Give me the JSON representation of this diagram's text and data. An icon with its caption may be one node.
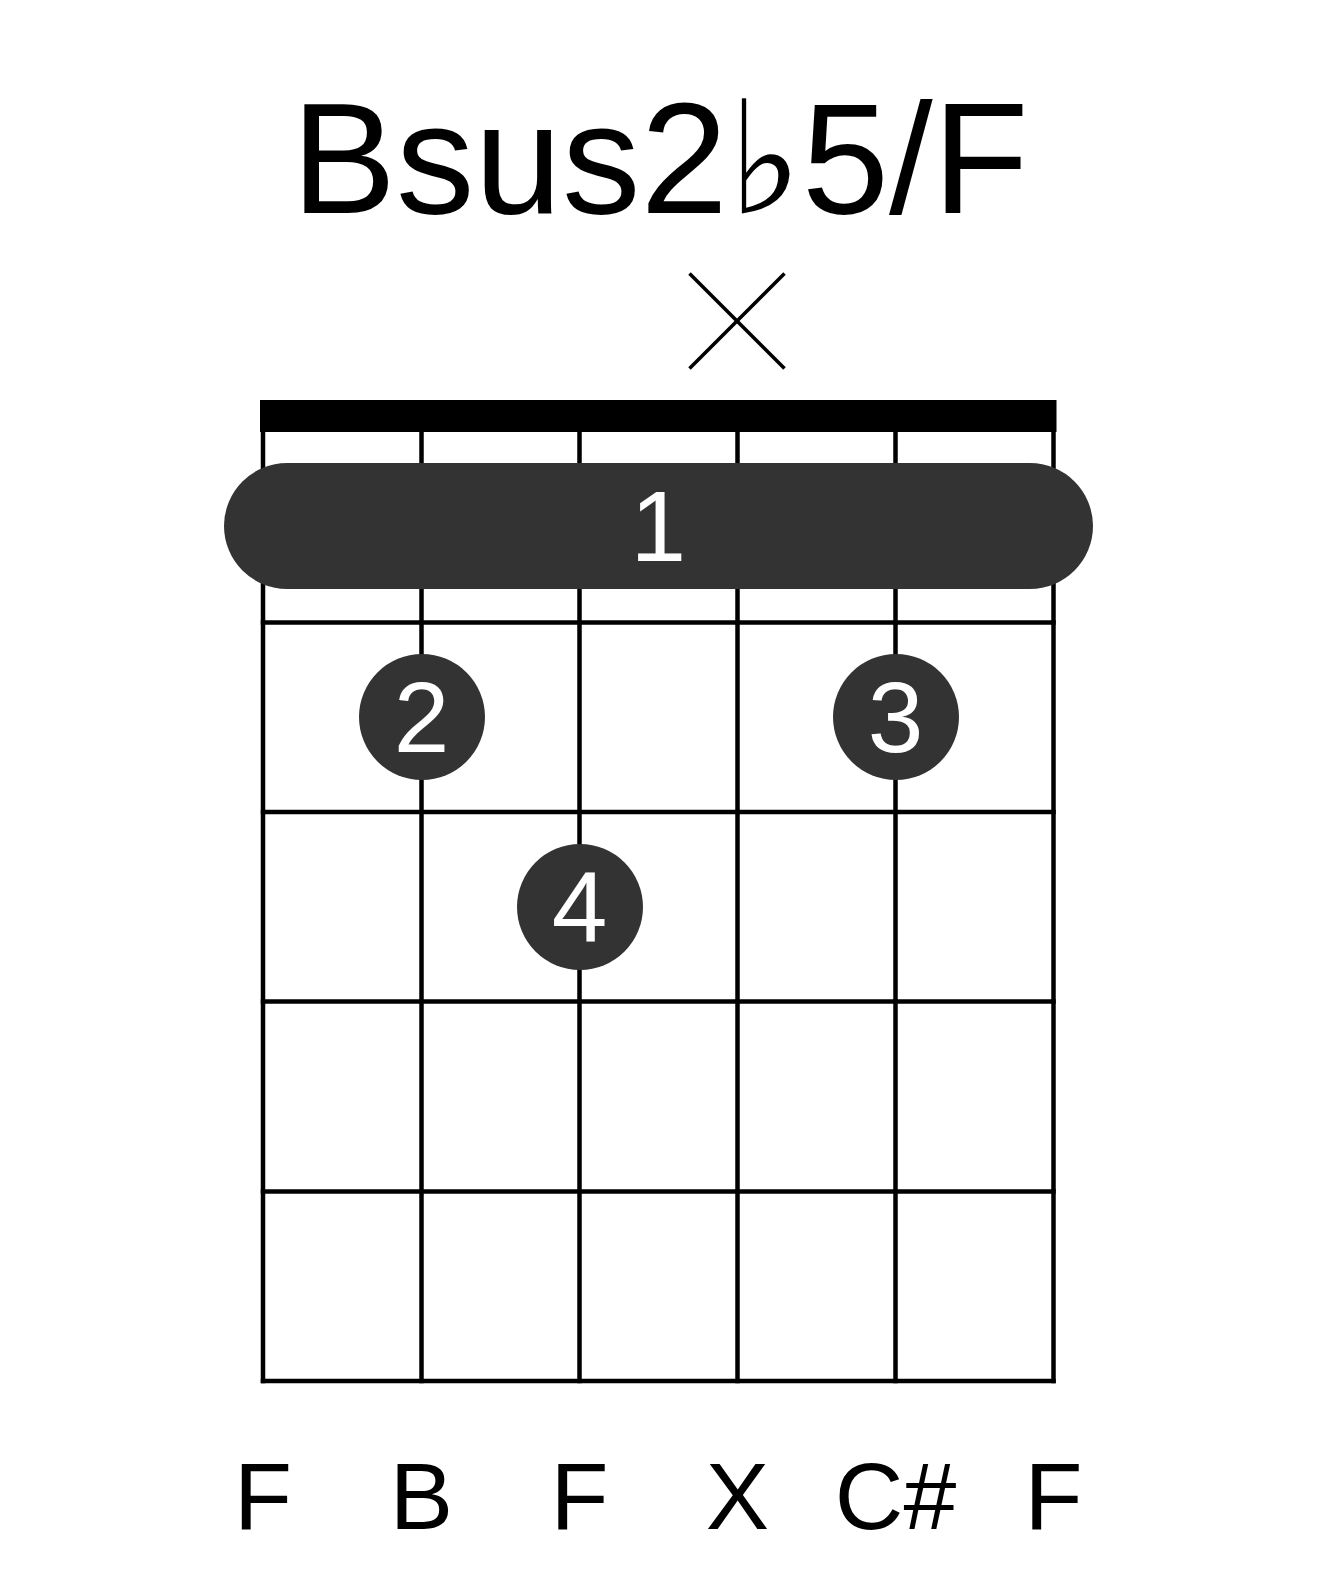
{
  "diagram": {
    "title": "Bsus2♭5/F",
    "nodes": [
      {
        "text": [
          "1"
        ]
      },
      {
        "text": [
          "2"
        ]
      },
      {
        "text": [
          "3"
        ]
      },
      {
        "text": [
          "4"
        ]
      }
    ],
    "edges": [],
    "labels": [
      "F",
      "B",
      "F",
      "X",
      "C#",
      "F"
    ]
  }
}
